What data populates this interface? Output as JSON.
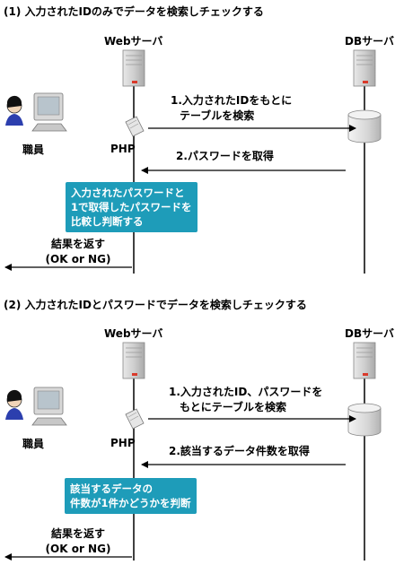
{
  "section1": {
    "title": "(1) 入力されたIDのみでデータを検索しチェックする",
    "web_server_label": "Webサーバ",
    "db_server_label": "DBサーバ",
    "staff_label": "職員",
    "php_label": "PHP",
    "msg1_line1": "1.入力されたIDをもとに",
    "msg1_line2": "テーブルを検索",
    "msg2": "2.パスワードを取得",
    "box_line1": "入力されたパスワードと",
    "box_line2": "1で取得したパスワードを",
    "box_line3": "比較し判断する",
    "result_line1": "結果を返す",
    "result_line2": "(OK or NG)"
  },
  "section2": {
    "title": "(2) 入力されたIDとパスワードでデータを検索しチェックする",
    "web_server_label": "Webサーバ",
    "db_server_label": "DBサーバ",
    "staff_label": "職員",
    "php_label": "PHP",
    "msg1_line1": "1.入力されたID、パスワードを",
    "msg1_line2": "もとにテーブルを検索",
    "msg2": "2.該当するデータ件数を取得",
    "box_line1": "該当するデータの",
    "box_line2": "件数が1件かどうかを判断",
    "result_line1": "結果を返す",
    "result_line2": "(OK or NG)"
  },
  "colors": {
    "box_fill": "#1e9cb9",
    "server_body": "#cfcfcf",
    "server_led": "#d93a2b",
    "line": "#000000"
  },
  "icons": {
    "web_server": "server-icon",
    "db_server": "server-icon",
    "database": "database-cylinder-icon",
    "staff": "person-at-computer-icon",
    "php_script": "script-page-icon"
  }
}
